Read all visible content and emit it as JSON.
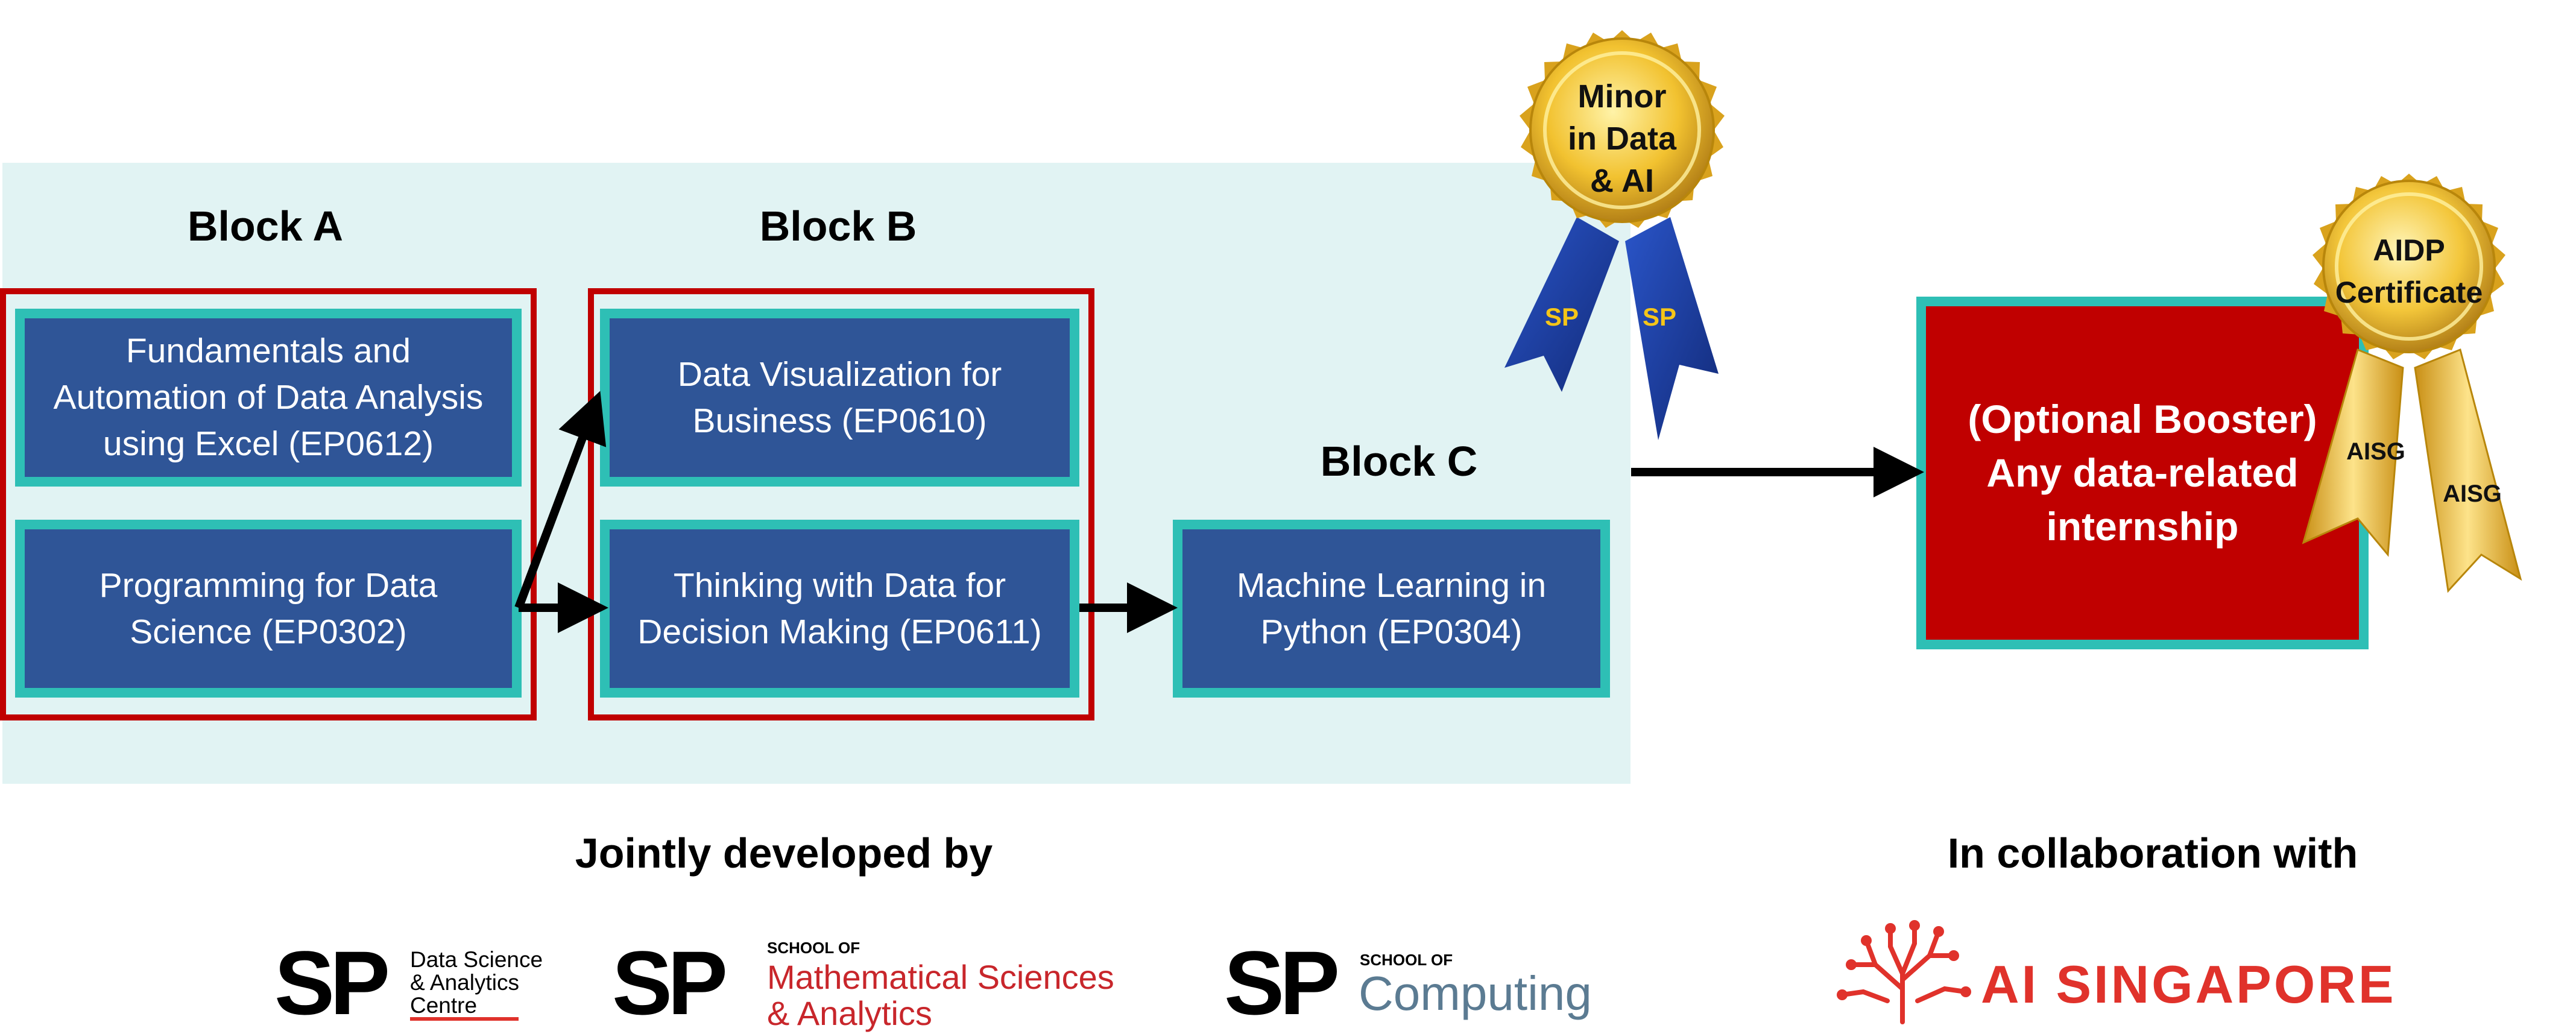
{
  "blocks": {
    "a": {
      "title": "Block A",
      "courses": [
        {
          "line1": "Fundamentals and",
          "line2": "Automation of Data Analysis",
          "line3": "using Excel  (EP0612)"
        },
        {
          "line1": "Programming for Data",
          "line2": "Science (EP0302)"
        }
      ]
    },
    "b": {
      "title": "Block B",
      "courses": [
        {
          "line1": "Data Visualization for",
          "line2": "Business (EP0610)"
        },
        {
          "line1": "Thinking with Data for",
          "line2": "Decision Making (EP0611)"
        }
      ]
    },
    "c": {
      "title": "Block C",
      "courses": [
        {
          "line1": "Machine Learning in",
          "line2": "Python (EP0304)"
        }
      ]
    }
  },
  "badges": {
    "minor": {
      "line1": "Minor",
      "line2": "in Data",
      "line3": "& AI",
      "ribbon_left": "SP",
      "ribbon_right": "SP"
    },
    "aidp": {
      "line1": "AIDP",
      "line2": "Certificate",
      "ribbon_left": "AISG",
      "ribbon_right": "AISG"
    }
  },
  "booster": {
    "line1": "(Optional Booster)",
    "line2": "Any data-related",
    "line3": "internship"
  },
  "footer": {
    "jointly_title": "Jointly developed by",
    "collab_title": "In collaboration with",
    "logos": {
      "dsac": {
        "mark": "SP",
        "line1": "Data Science",
        "line2": "& Analytics",
        "line3": "Centre"
      },
      "msa": {
        "mark": "SP",
        "small": "SCHOOL OF",
        "line1": "Mathematical Sciences",
        "line2": "& Analytics"
      },
      "soc": {
        "mark": "SP",
        "small": "SCHOOL OF",
        "line1": "Computing"
      },
      "aisg": {
        "text": "AI SINGAPORE"
      }
    }
  },
  "colors": {
    "course_fill": "#2f5597",
    "course_border": "#2ebfb5",
    "red_frame": "#c00000",
    "panel_bg": "#e1f3f3",
    "gold": "#f2c230",
    "ribbon_blue": "#1f3e95",
    "aisg_red": "#e0322b"
  }
}
